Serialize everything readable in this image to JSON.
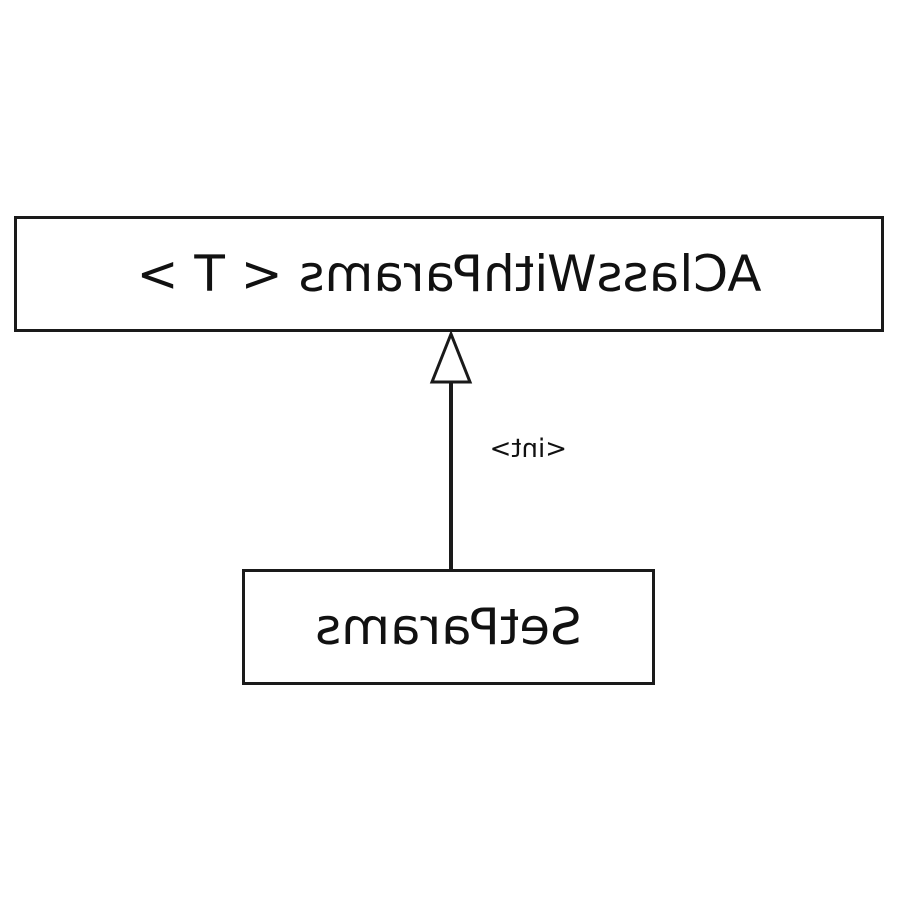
{
  "diagram": {
    "classes": [
      {
        "name": "AClassWithParams < T >"
      },
      {
        "name": "SetParams"
      }
    ],
    "relations": [
      {
        "type": "generalization",
        "from": "SetParams",
        "to": "AClassWithParams < T >",
        "label": "<int>"
      }
    ],
    "mirrored": true
  },
  "colors": {
    "line": "#1a1a1a",
    "text": "#111111",
    "background": "#ffffff"
  }
}
